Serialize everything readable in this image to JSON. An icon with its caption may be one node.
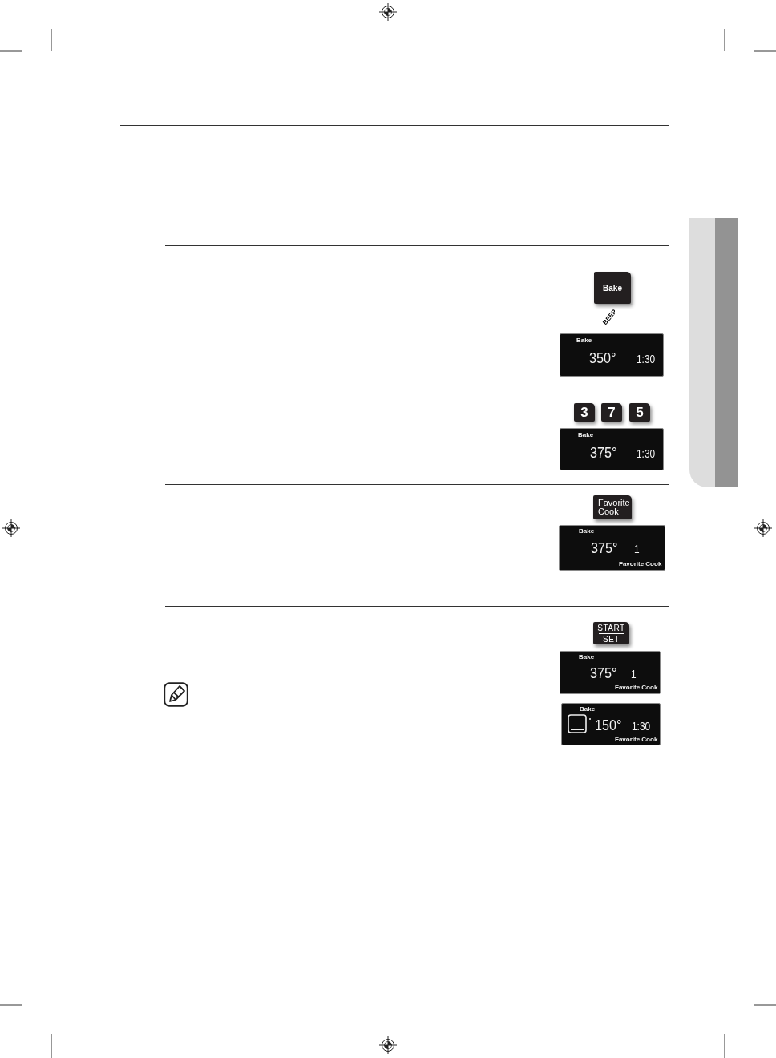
{
  "diagram": {
    "nodes": [
      {
        "text": [
          "Bake"
        ],
        "beside": [
          "BEEP"
        ]
      },
      {
        "text": [
          "Bake",
          "350°",
          "1:30"
        ]
      },
      {
        "text": [
          "3"
        ]
      },
      {
        "text": [
          "7"
        ]
      },
      {
        "text": [
          "5"
        ]
      },
      {
        "text": [
          "Bake",
          "375°",
          "1:30"
        ]
      },
      {
        "text": [
          "Favorite Cook"
        ]
      },
      {
        "text": [
          "Bake",
          "375°",
          "1",
          "Favorite Cook"
        ]
      },
      {
        "text": [
          "START",
          "SET"
        ]
      },
      {
        "text": [
          "Bake",
          "375°",
          "1",
          "Favorite Cook"
        ]
      },
      {
        "text": [
          "Bake",
          "150°",
          "1:30",
          "Favorite Cook"
        ]
      }
    ]
  }
}
